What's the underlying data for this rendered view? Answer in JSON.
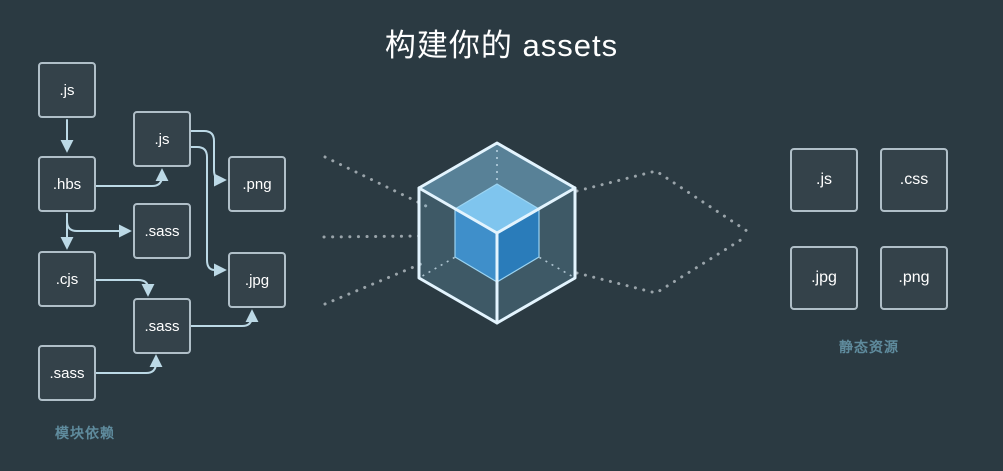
{
  "title": "构建你的 assets",
  "modules": {
    "caption": "模块依赖",
    "boxes": [
      {
        "label": ".js"
      },
      {
        "label": ".js"
      },
      {
        "label": ".hbs"
      },
      {
        "label": ".png"
      },
      {
        "label": ".sass"
      },
      {
        "label": ".cjs"
      },
      {
        "label": ".jpg"
      },
      {
        "label": ".sass"
      },
      {
        "label": ".sass"
      }
    ]
  },
  "outputs": {
    "caption": "静态资源",
    "boxes": [
      {
        "label": ".js"
      },
      {
        "label": ".css"
      },
      {
        "label": ".jpg"
      },
      {
        "label": ".png"
      }
    ]
  },
  "logo": {
    "icon": "webpack-logo"
  },
  "colors": {
    "background": "#2b3a42",
    "box_border": "#b0bfc8",
    "text": "#ffffff",
    "caption": "#5f8b9d",
    "arrow": "#bcd9e6",
    "dotted_line": "#9aa4aa",
    "logo_light": "#8ed6fb",
    "logo_dark": "#1c78c0"
  }
}
